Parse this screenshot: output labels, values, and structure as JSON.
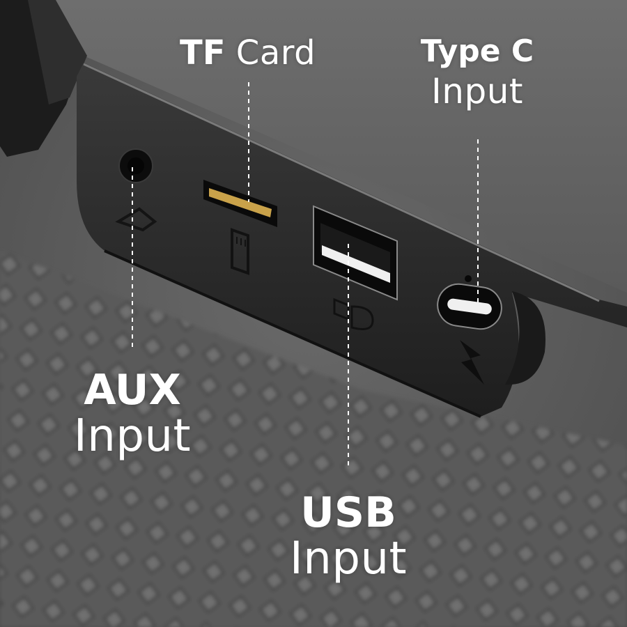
{
  "labels": {
    "tf_card": {
      "bold": "TF",
      "light": "Card"
    },
    "type_c": {
      "line1": "Type C",
      "line2": "Input"
    },
    "aux": {
      "line1": "AUX",
      "line2": "Input"
    },
    "usb": {
      "line1": "USB",
      "line2": "Input"
    }
  },
  "colors": {
    "background": "#5e5e5e",
    "panel": "#2a2a2a",
    "label_text": "#ffffff",
    "guide_line": "#ffffff",
    "tf_slot_gold": "#c9a24a"
  },
  "icons": [
    "aux-port-icon",
    "tf-card-icon",
    "usb-port-icon",
    "type-c-port-icon",
    "lightning-charge-icon"
  ]
}
